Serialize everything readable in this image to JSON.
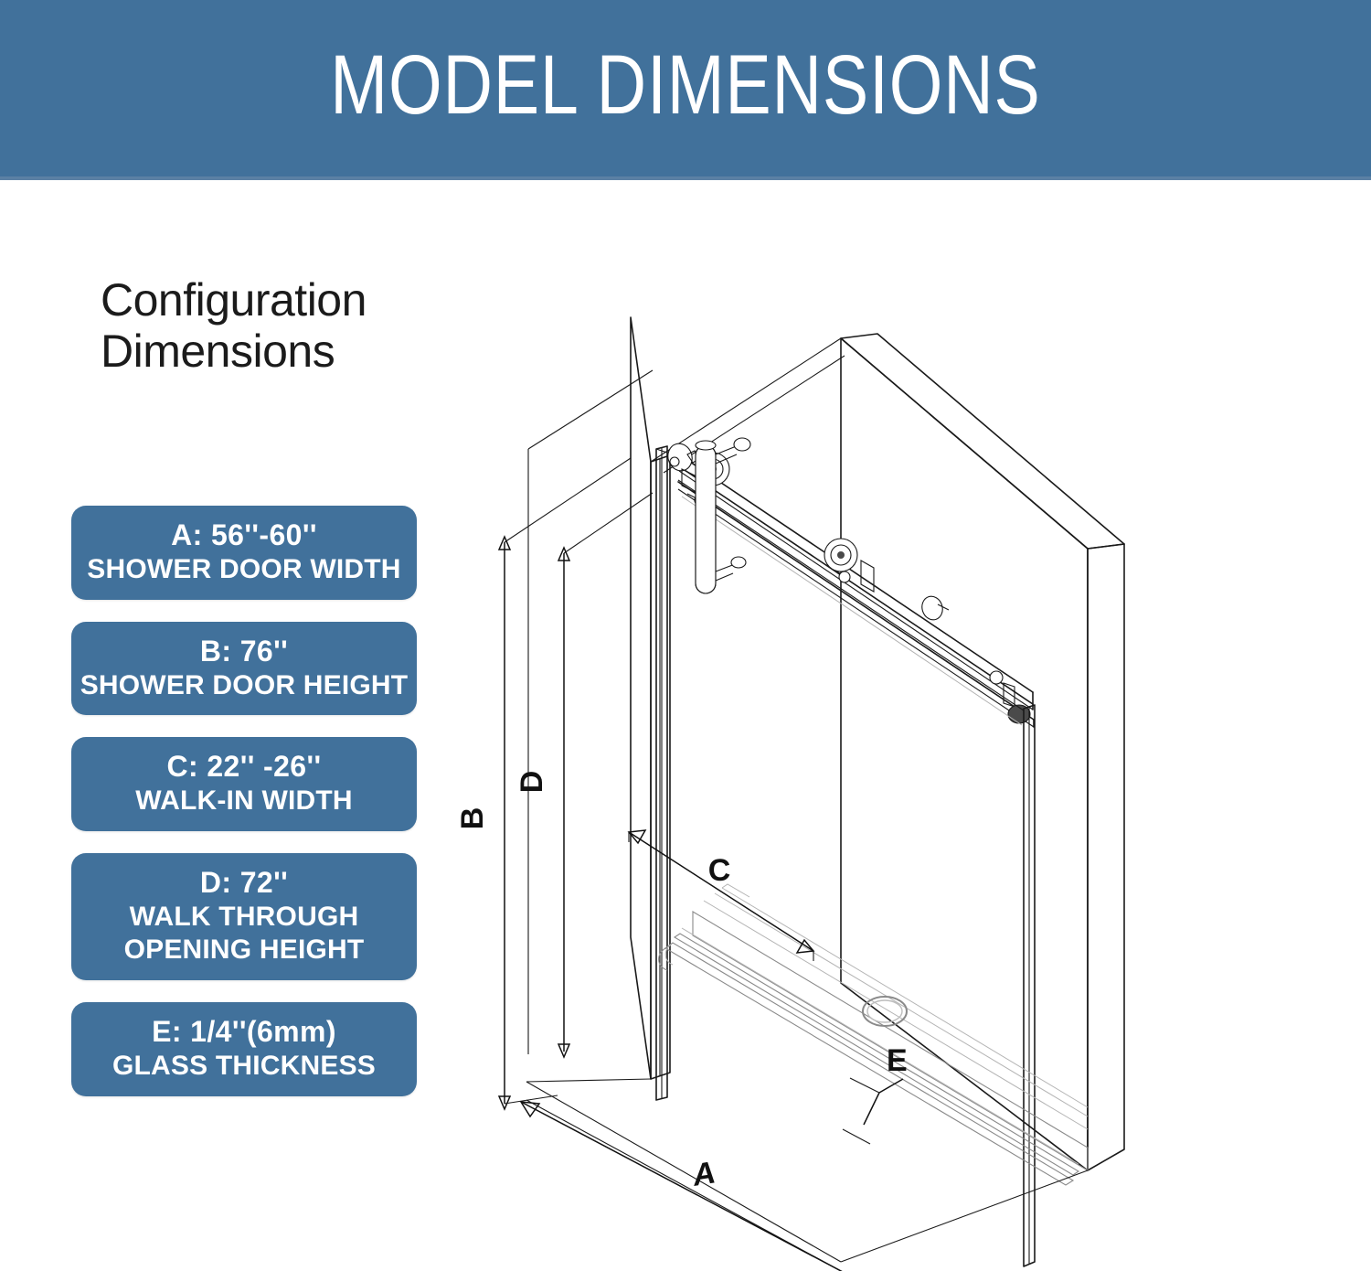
{
  "header": {
    "title": "MODEL DIMENSIONS",
    "banner_color": "#41719B",
    "title_color": "#FFFFFF"
  },
  "section": {
    "heading": "Configuration\nDimensions",
    "heading_color": "#1B1B1B"
  },
  "legend": {
    "chip_color": "#41719B",
    "chip_text_color": "#FFFFFF",
    "items": [
      {
        "key": "A",
        "value": "A: 56''-60''",
        "label": "SHOWER DOOR WIDTH"
      },
      {
        "key": "B",
        "value": "B: 76''",
        "label": "SHOWER DOOR HEIGHT"
      },
      {
        "key": "C",
        "value": "C: 22'' -26''",
        "label": "WALK-IN WIDTH"
      },
      {
        "key": "D",
        "value": "D: 72''",
        "label": "WALK THROUGH\nOPENING HEIGHT"
      },
      {
        "key": "E",
        "value": "E: 1/4''(6mm)",
        "label": "GLASS THICKNESS"
      }
    ]
  },
  "drawing": {
    "description": "Isometric line drawing of a frameless sliding shower door enclosure with shower base",
    "dimension_markers": [
      {
        "id": "A",
        "label": "A",
        "meaning": "shower door width"
      },
      {
        "id": "B",
        "label": "B",
        "meaning": "shower door height"
      },
      {
        "id": "C",
        "label": "C",
        "meaning": "walk-in width"
      },
      {
        "id": "D",
        "label": "D",
        "meaning": "walk through opening height"
      },
      {
        "id": "E",
        "label": "E",
        "meaning": "glass thickness"
      }
    ],
    "components": [
      "fixed-glass-panel",
      "sliding-glass-door",
      "header-rail-track",
      "roller-assembly",
      "door-handle",
      "shower-base",
      "drain",
      "wall-jamb"
    ],
    "line_color": "#1A1A1A"
  }
}
